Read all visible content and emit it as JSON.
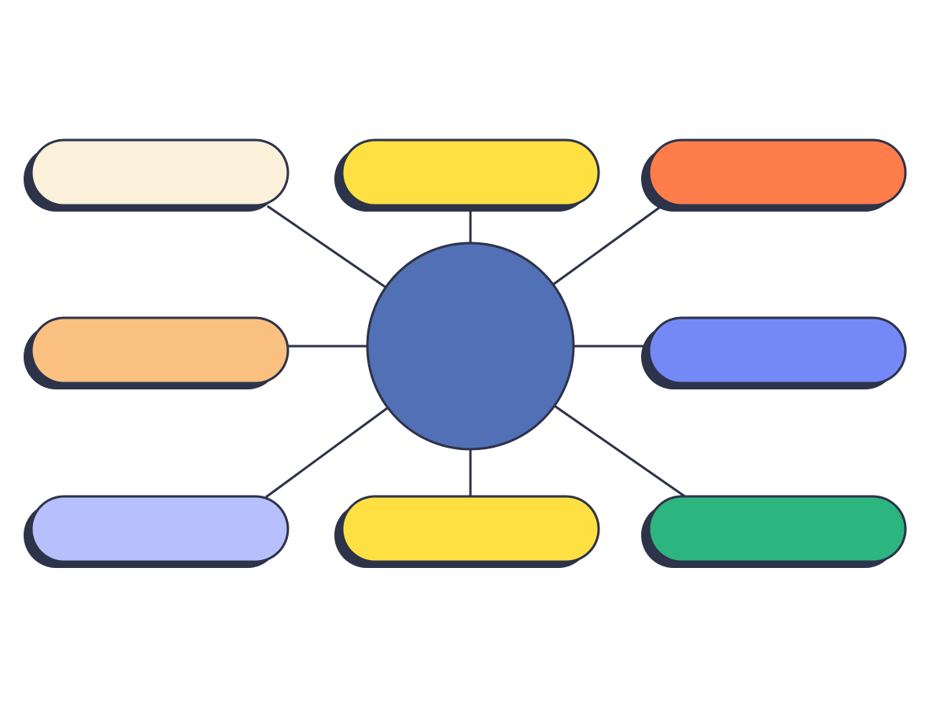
{
  "diagram": {
    "type": "mind-map",
    "stroke_color": "#2d3349",
    "center": {
      "fill": "#5270b5"
    },
    "nodes": [
      {
        "id": "top-left",
        "fill": "#fbf0da"
      },
      {
        "id": "top-center",
        "fill": "#fee042"
      },
      {
        "id": "top-right",
        "fill": "#ff7d4b"
      },
      {
        "id": "middle-left",
        "fill": "#fac080"
      },
      {
        "id": "middle-right",
        "fill": "#7589f6"
      },
      {
        "id": "bottom-left",
        "fill": "#b7c0fd"
      },
      {
        "id": "bottom-center",
        "fill": "#fee042"
      },
      {
        "id": "bottom-right",
        "fill": "#2db57f"
      }
    ]
  }
}
